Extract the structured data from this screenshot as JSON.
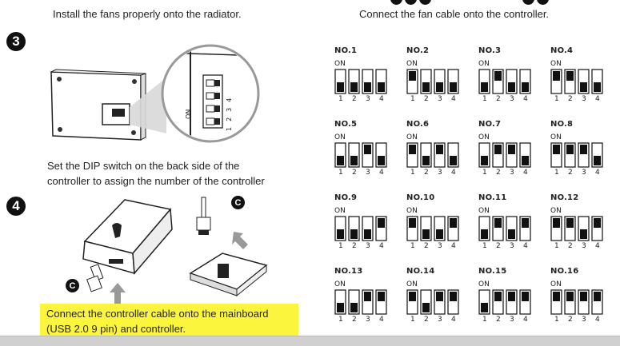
{
  "header": {
    "left_caption": "Install the fans properly onto the radiator.",
    "right_caption": "Connect the fan cable onto the controller."
  },
  "step3": {
    "number": "3",
    "caption_line1": "Set the DIP switch on the back side of the",
    "caption_line2": "controller to assign the number of the controller",
    "zoom_switch_on": "ON",
    "zoom_switch_numbers": [
      "1",
      "2",
      "3",
      "4"
    ]
  },
  "step4": {
    "number": "4",
    "badge_c": "C",
    "highlight_line1": "Connect the controller cable onto the mainboard",
    "highlight_line2": "(USB 2.0 9 pin) and controller."
  },
  "dip_table": {
    "on_label": "ON",
    "switch_numbers": [
      "1",
      "2",
      "3",
      "4"
    ],
    "entries": [
      {
        "label": "NO.1",
        "states": [
          0,
          0,
          0,
          0
        ]
      },
      {
        "label": "NO.2",
        "states": [
          1,
          0,
          0,
          0
        ]
      },
      {
        "label": "NO.3",
        "states": [
          0,
          1,
          0,
          0
        ]
      },
      {
        "label": "NO.4",
        "states": [
          1,
          1,
          0,
          0
        ]
      },
      {
        "label": "NO.5",
        "states": [
          0,
          0,
          1,
          0
        ]
      },
      {
        "label": "NO.6",
        "states": [
          1,
          0,
          1,
          0
        ]
      },
      {
        "label": "NO.7",
        "states": [
          0,
          1,
          1,
          0
        ]
      },
      {
        "label": "NO.8",
        "states": [
          1,
          1,
          1,
          0
        ]
      },
      {
        "label": "NO.9",
        "states": [
          0,
          0,
          0,
          1
        ]
      },
      {
        "label": "NO.10",
        "states": [
          1,
          0,
          0,
          1
        ]
      },
      {
        "label": "NO.11",
        "states": [
          0,
          1,
          0,
          1
        ]
      },
      {
        "label": "NO.12",
        "states": [
          1,
          1,
          0,
          1
        ]
      },
      {
        "label": "NO.13",
        "states": [
          0,
          0,
          1,
          1
        ]
      },
      {
        "label": "NO.14",
        "states": [
          1,
          0,
          1,
          1
        ]
      },
      {
        "label": "NO.15",
        "states": [
          0,
          1,
          1,
          1
        ]
      },
      {
        "label": "NO.16",
        "states": [
          1,
          1,
          1,
          1
        ]
      }
    ]
  },
  "colors": {
    "highlight": "#fbf53e",
    "ink": "#111111",
    "arrow": "#999999"
  }
}
